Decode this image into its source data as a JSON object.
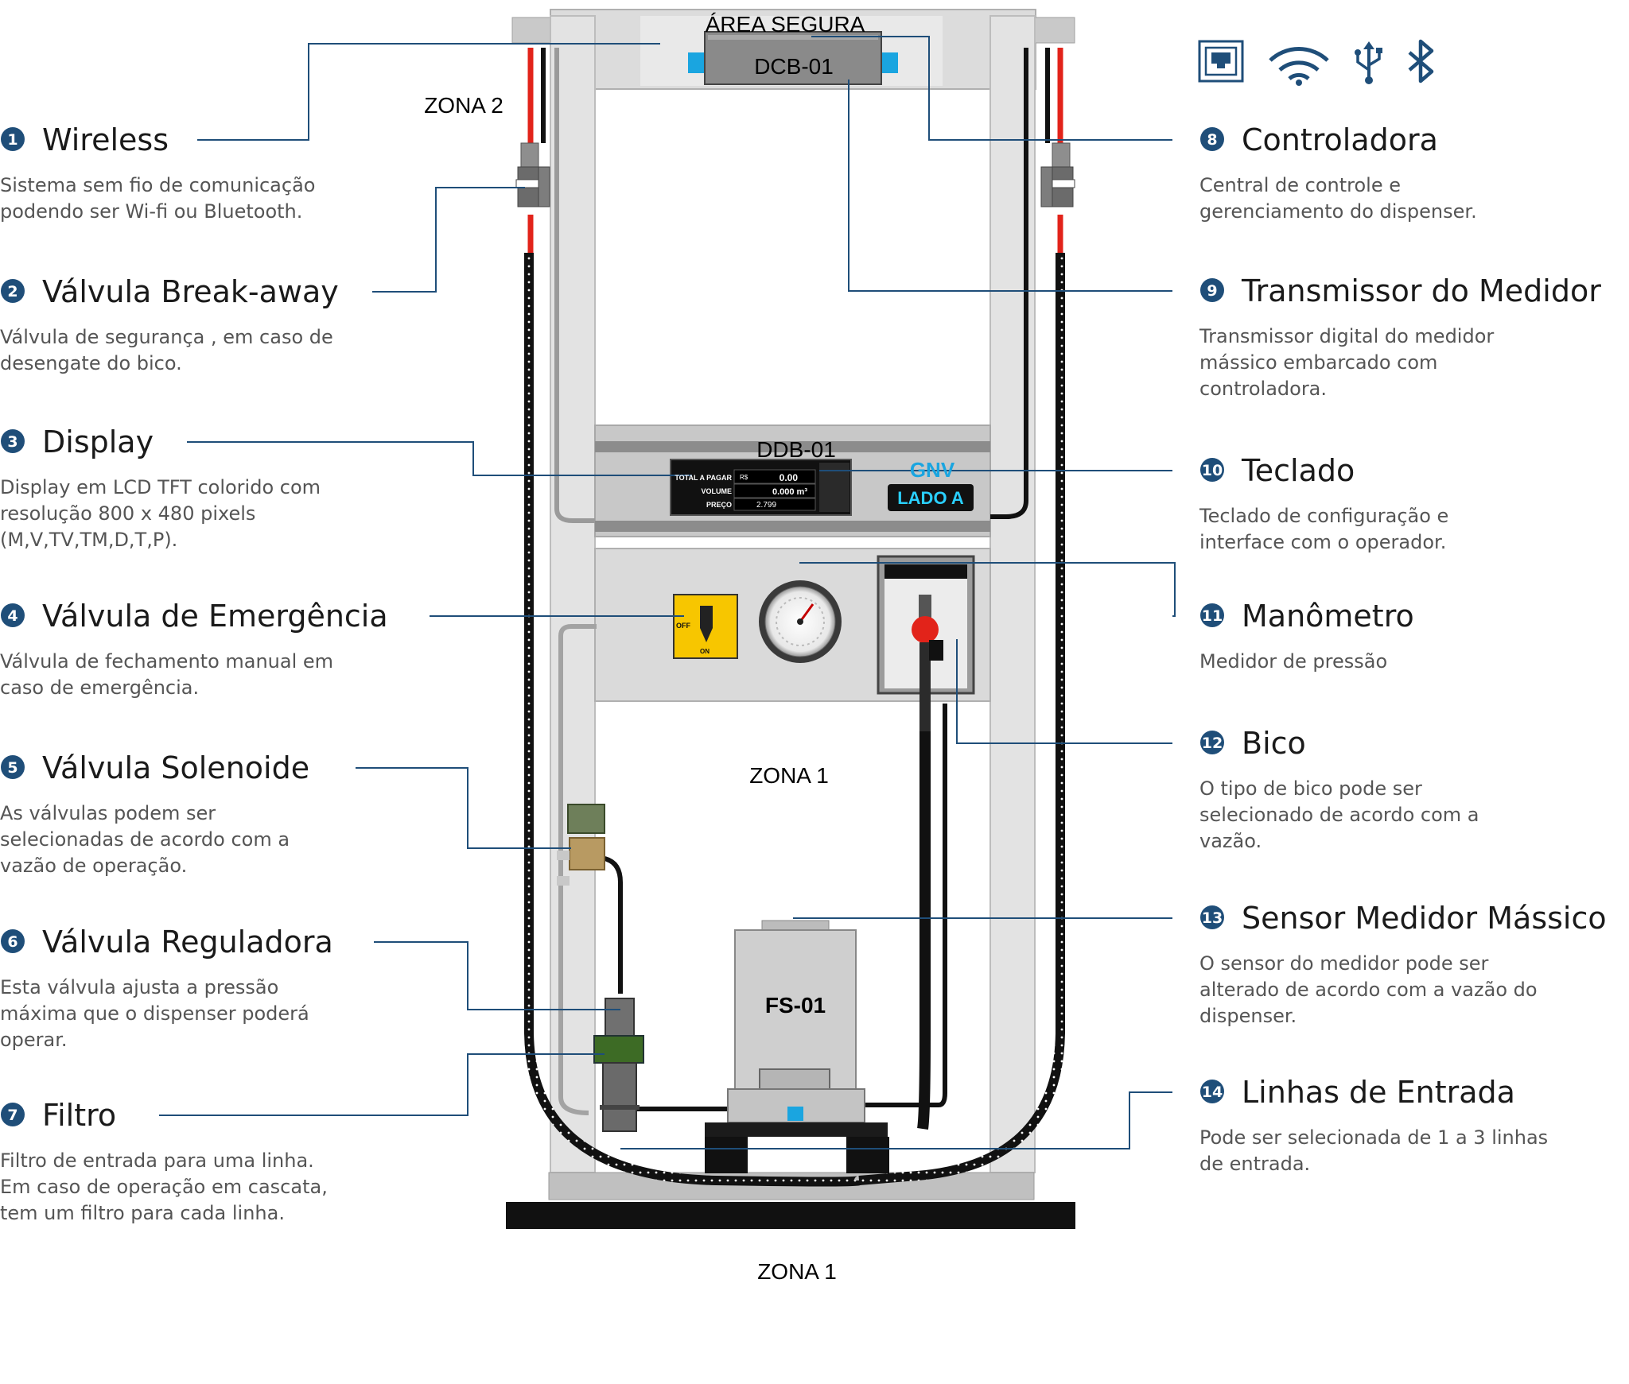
{
  "zones": {
    "area_segura": "ÁREA SEGURA",
    "zona2": "ZONA 2",
    "zona1_inner": "ZONA 1",
    "zona1_bottom": "ZONA 1"
  },
  "devices": {
    "dcb": "DCB-01",
    "ddb": "DDB-01",
    "fs": "FS-01"
  },
  "screen": {
    "total_label": "TOTAL A PAGAR",
    "total_unit": "R$",
    "total_value": "0.00",
    "volume_label": "VOLUME",
    "volume_value": "0.000 m³",
    "preco_label": "PREÇO",
    "preco_value": "2.799"
  },
  "side_label": {
    "product": "GNV",
    "side": "LADO A"
  },
  "emergency_valve": {
    "off": "OFF",
    "on": "ON"
  },
  "comm_icons": [
    "ethernet-icon",
    "wifi-icon",
    "usb-icon",
    "bluetooth-icon"
  ],
  "colors": {
    "leader": "#1f4e79",
    "badge": "#1f4e79",
    "hose_red": "#e2231a",
    "gnv_blue": "#1aa5e0",
    "emergency_yellow": "#f7c600"
  },
  "callouts": [
    {
      "num": "1",
      "title": "Wireless",
      "desc": [
        "Sistema sem fio de comunicação",
        "podendo ser Wi-fi ou Bluetooth."
      ]
    },
    {
      "num": "2",
      "title": "Válvula Break-away",
      "desc": [
        "Válvula de segurança , em caso de",
        "desengate do bico."
      ]
    },
    {
      "num": "3",
      "title": "Display",
      "desc": [
        "Display em LCD TFT colorido com",
        "resolução 800 x 480 pixels",
        "(M,V,TV,TM,D,T,P)."
      ]
    },
    {
      "num": "4",
      "title": "Válvula de Emergência",
      "desc": [
        "Válvula de fechamento manual em",
        "caso de emergência."
      ]
    },
    {
      "num": "5",
      "title": "Válvula Solenoide",
      "desc": [
        "As válvulas podem ser",
        "selecionadas de acordo com a",
        "vazão de operação."
      ]
    },
    {
      "num": "6",
      "title": "Válvula Reguladora",
      "desc": [
        "Esta válvula ajusta a pressão",
        "máxima que o dispenser poderá",
        "operar."
      ]
    },
    {
      "num": "7",
      "title": "Filtro",
      "desc": [
        "Filtro de entrada para uma linha.",
        "Em caso de operação em cascata,",
        "tem um filtro para cada linha."
      ]
    },
    {
      "num": "8",
      "title": "Controladora",
      "desc": [
        "Central de controle e",
        "gerenciamento do dispenser."
      ]
    },
    {
      "num": "9",
      "title": "Transmissor do Medidor",
      "desc": [
        "Transmissor digital do medidor",
        "mássico embarcado com",
        "controladora."
      ]
    },
    {
      "num": "10",
      "title": "Teclado",
      "desc": [
        "Teclado de configuração  e",
        "interface com o operador."
      ]
    },
    {
      "num": "11",
      "title": "Manômetro",
      "desc": [
        "Medidor de pressão"
      ]
    },
    {
      "num": "12",
      "title": "Bico",
      "desc": [
        "O tipo de bico pode ser",
        "selecionado de acordo com a",
        "vazão."
      ]
    },
    {
      "num": "13",
      "title": "Sensor Medidor Mássico",
      "desc": [
        "O sensor do medidor pode ser",
        "alterado de acordo com a vazão do",
        "dispenser."
      ]
    },
    {
      "num": "14",
      "title": "Linhas de Entrada",
      "desc": [
        "Pode ser selecionada de 1 a 3 linhas",
        "de entrada."
      ]
    }
  ]
}
